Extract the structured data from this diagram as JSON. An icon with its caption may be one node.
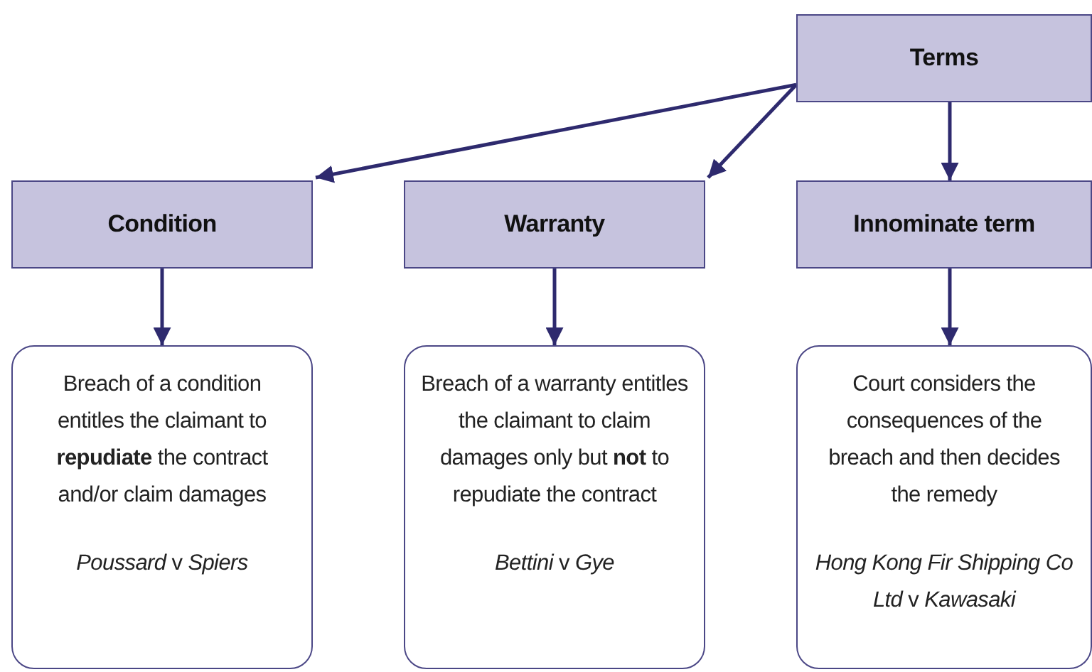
{
  "diagram": {
    "nodes": [
      {
        "text": [
          "Terms"
        ]
      },
      {
        "text": [
          "Condition"
        ]
      },
      {
        "text": [
          "Warranty"
        ]
      },
      {
        "text": [
          "Innominate term"
        ]
      },
      {
        "text": [
          "Breach of a condition entitles the claimant to **repudiate** the contract and/or claim damages",
          "*Poussard* v *Spiers*"
        ]
      },
      {
        "text": [
          "Breach of a warranty entitles the claimant to claim damages only but **not** to repudiate the contract",
          "*Bettini* v *Gye*"
        ]
      },
      {
        "text": [
          "Court considers the consequences of the breach and then decides the remedy",
          "*Hong Kong Fir Shipping Co Ltd* v *Kawasaki*"
        ]
      }
    ],
    "edges": [
      {
        "from": 0,
        "to": 1,
        "arrow": "to"
      },
      {
        "from": 0,
        "to": 2,
        "arrow": "to"
      },
      {
        "from": 0,
        "to": 3,
        "arrow": "to"
      },
      {
        "from": 1,
        "to": 4,
        "arrow": "to"
      },
      {
        "from": 2,
        "to": 5,
        "arrow": "to"
      },
      {
        "from": 3,
        "to": 6,
        "arrow": "to"
      }
    ]
  }
}
